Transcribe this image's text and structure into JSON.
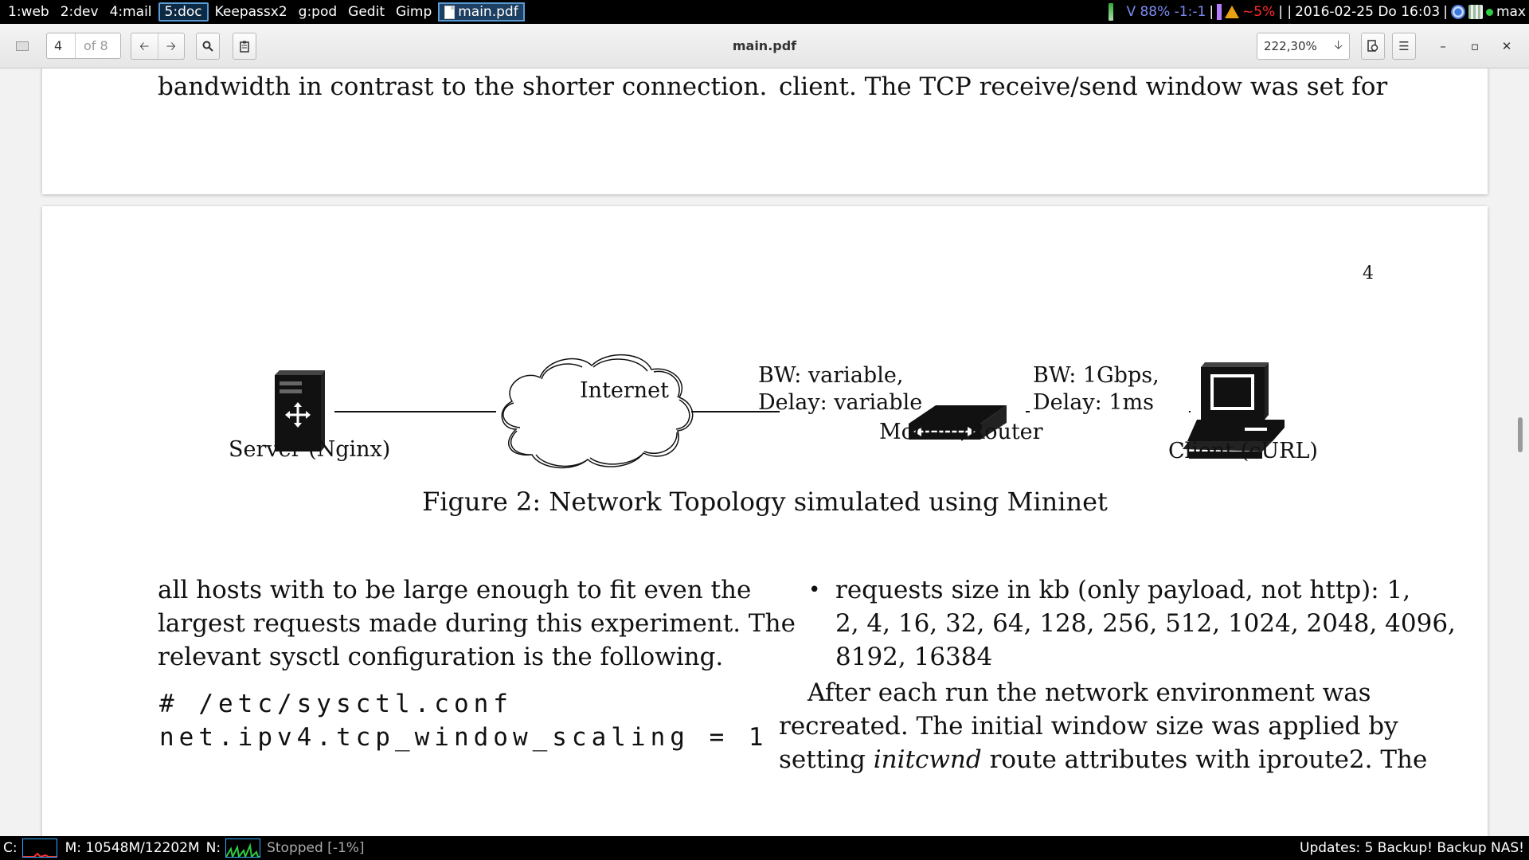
{
  "topbar": {
    "workspaces": [
      {
        "label": "1:web"
      },
      {
        "label": "2:dev"
      },
      {
        "label": "4:mail"
      },
      {
        "label": "5:doc",
        "active": true
      },
      {
        "label": "Keepassx2"
      },
      {
        "label": "g:pod"
      },
      {
        "label": "Gedit"
      },
      {
        "label": "Gimp"
      }
    ],
    "active_window": "main.pdf",
    "volume": "V 88% -1:-1",
    "sep1": "|",
    "warn": "~5%",
    "sep2": "| |",
    "datetime": "2016-02-25 Do 16:03",
    "user": "max"
  },
  "toolbar": {
    "page_number": "4",
    "page_total": "of 8",
    "title": "main.pdf",
    "zoom": "222,30%",
    "icons": [
      "sidebar-icon",
      "prev-page-icon",
      "next-page-icon",
      "search-icon",
      "annotations-icon",
      "export-icon",
      "menu-icon",
      "minimize-icon",
      "maximize-icon",
      "close-icon"
    ]
  },
  "document": {
    "prev_page": {
      "left_line": "bandwidth in contrast to the shorter connection.",
      "right_line": "client. The TCP receive/send window was set for"
    },
    "page_number_label": "4",
    "figure": {
      "server_label": "Server (Nginx)",
      "internet_label": "Internet",
      "link1_bw": "BW: variable,",
      "link1_delay": "Delay: variable",
      "router_label": "Modem/Router",
      "link2_bw": "BW: 1Gbps,",
      "link2_delay": "Delay: 1ms",
      "client_label": "Client (cURL)",
      "caption": "Figure 2: Network Topology simulated using Mininet"
    },
    "left_col": {
      "lines": [
        "all hosts with to be large enough to fit even the",
        "largest requests made during this experiment. The",
        "relevant sysctl configuration is the following."
      ],
      "code": [
        "# /etc/sysctl.conf",
        "net.ipv4.tcp_window_scaling = 1"
      ]
    },
    "right_col": {
      "bullet": "•",
      "bullet_lines": [
        "requests size in kb (only payload, not http): 1,",
        "2, 4, 16, 32, 64, 128, 256, 512, 1024, 2048, 4096,",
        "8192, 16384"
      ],
      "para_line1": "After each run the network environment was",
      "para_line2": "recreated. The initial window size was applied by",
      "para_line3_pre": "setting ",
      "para_line3_em": "initcwnd",
      "para_line3_post": " route attributes with iproute2. The"
    }
  },
  "statusbar": {
    "cpu_label": "C:",
    "mem": "M: 10548M/12202M",
    "net_label": "N:",
    "player": "Stopped [-1%]",
    "right": "Updates: 5 Backup! Backup NAS!"
  },
  "colors": {
    "workspace_active_border": "#5a9bd5",
    "volume": "#7b8cf5",
    "warning": "#ff2a2a"
  }
}
